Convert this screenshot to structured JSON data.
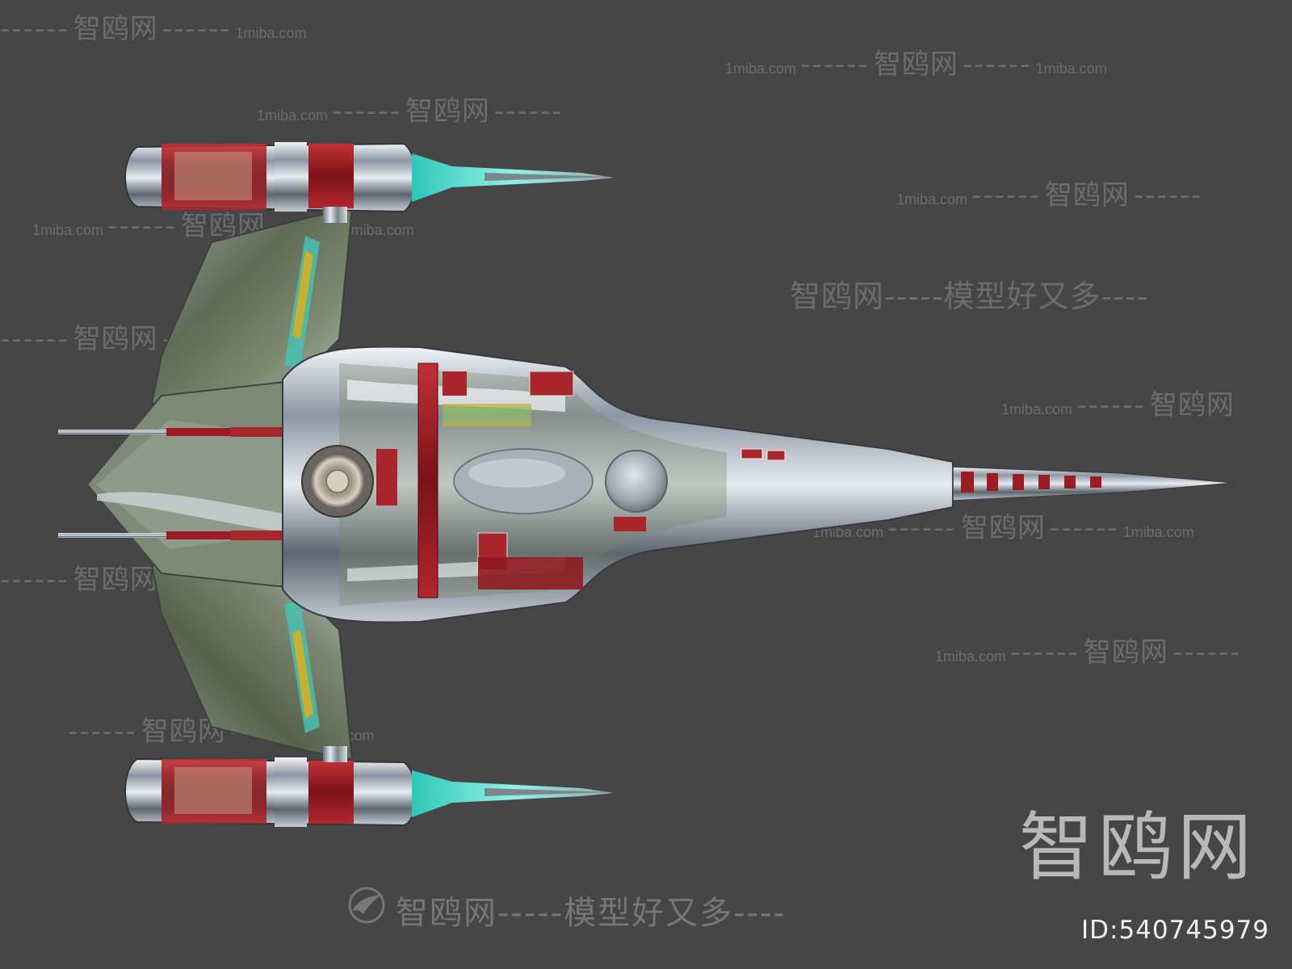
{
  "watermark": {
    "cn_name": "智鸥网",
    "url": "1miba.com",
    "slogan": "智鸥网-----模型好又多----",
    "dashes": "------"
  },
  "brand_logo": "智鸥网",
  "id_label": "ID:540745979",
  "colors": {
    "background": "#464646",
    "chrome": "#c8ccd2",
    "accent_red": "#9b1c22",
    "glow": "#6fe0d0"
  }
}
